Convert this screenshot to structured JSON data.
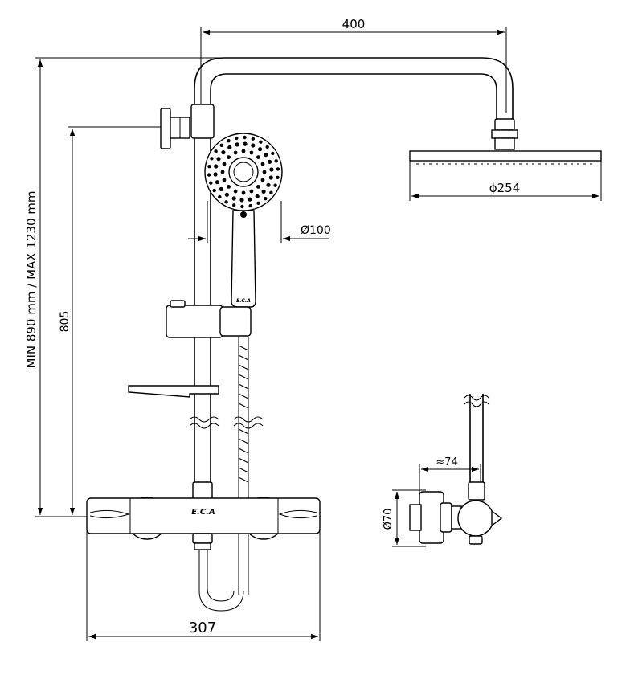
{
  "dimensions": {
    "width_top": "400",
    "height_range": "MIN 890 mm / MAX 1230 mm",
    "height_fixed": "805",
    "hand_shower_diameter": "Ø100",
    "head_shower_diameter": "ϕ254",
    "mixer_width": "307",
    "wall_offset": "≈74",
    "body_diameter": "Ø70"
  },
  "brand": {
    "logo_text": "E.C.A"
  },
  "colors": {
    "line": "#000000",
    "background": "#ffffff"
  }
}
